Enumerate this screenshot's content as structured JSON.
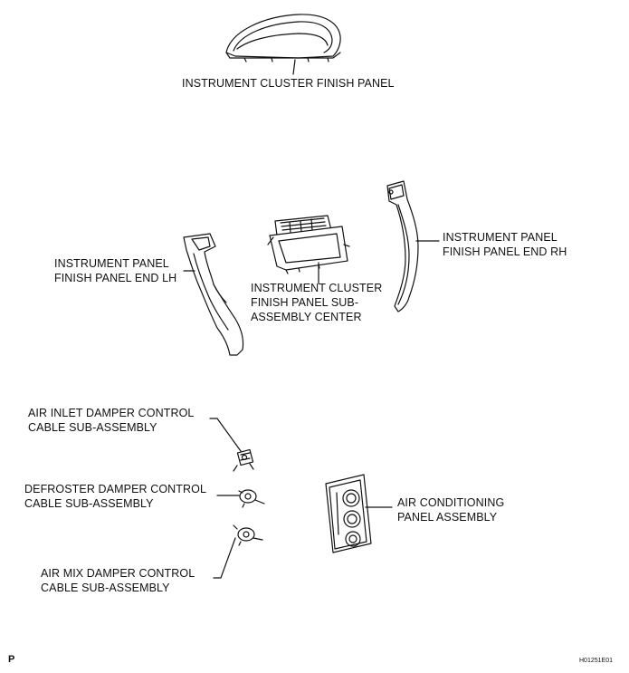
{
  "labels": {
    "cluster_finish_panel": "INSTRUMENT CLUSTER FINISH PANEL",
    "panel_end_lh_1": "INSTRUMENT PANEL",
    "panel_end_lh_2": "FINISH PANEL END LH",
    "center_1": "INSTRUMENT CLUSTER",
    "center_2": "FINISH PANEL SUB-",
    "center_3": "ASSEMBLY CENTER",
    "panel_end_rh_1": "INSTRUMENT PANEL",
    "panel_end_rh_2": "FINISH PANEL END RH",
    "air_inlet_1": "AIR INLET DAMPER CONTROL",
    "air_inlet_2": "CABLE SUB-ASSEMBLY",
    "defroster_1": "DEFROSTER DAMPER CONTROL",
    "defroster_2": "CABLE SUB-ASSEMBLY",
    "air_mix_1": "AIR MIX DAMPER CONTROL",
    "air_mix_2": "CABLE SUB-ASSEMBLY",
    "ac_panel_1": "AIR CONDITIONING",
    "ac_panel_2": "PANEL ASSEMBLY"
  },
  "page_marker": "P",
  "figure_code": "H01251E01"
}
